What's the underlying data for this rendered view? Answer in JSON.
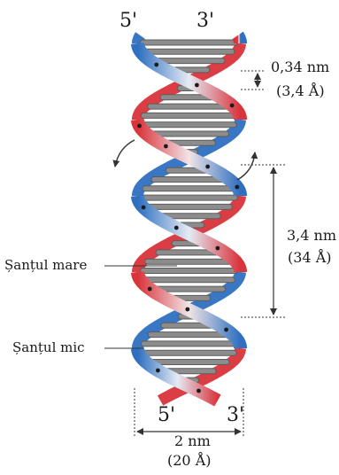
{
  "labels": {
    "top_left_end": "5'",
    "top_right_end": "3'",
    "bottom_left_end": "5'",
    "bottom_right_end": "3'",
    "rise_nm": "0,34 nm",
    "rise_angstrom": "(3,4 Å)",
    "pitch_nm": "3,4 nm",
    "pitch_angstrom": "(34 Å)",
    "major_groove": "Șanțul mare",
    "minor_groove": "Șanțul mic",
    "width_nm": "2 nm",
    "width_angstrom": "(20 Å)"
  },
  "colors": {
    "strand_red": "#d9333b",
    "strand_blue": "#2e6fc0",
    "base_pair": "#8c8c8c",
    "base_pair_edge": "#5c5c5c",
    "dot": "#1b1b1b",
    "line": "#333333"
  }
}
